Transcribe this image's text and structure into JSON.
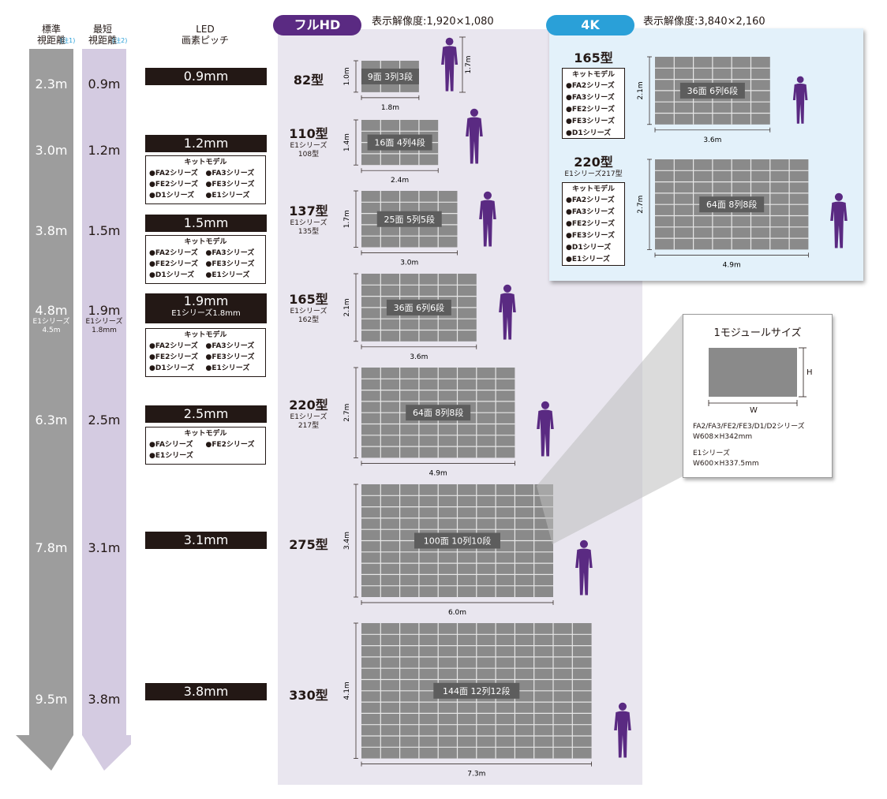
{
  "headers": {
    "standard_distance": "標準\n視距離",
    "standard_note": "(注1)",
    "shortest_distance": "最短\n視距離",
    "shortest_note": "(注2)",
    "led_pitch": "LED\n画素ピッチ"
  },
  "fhd": {
    "label": "フルHD",
    "resolution": "表示解像度:1,920×1,080",
    "color": "#5a2a82"
  },
  "fourk": {
    "label": "4K",
    "resolution": "表示解像度:3,840×2,160",
    "color": "#2aa0d8"
  },
  "rows": [
    {
      "standard": "2.3m",
      "shortest": "0.9m",
      "pitch": "0.9mm",
      "model": "82型",
      "model_sub": "",
      "panels": "9面 3列3段",
      "width": "1.8m",
      "height": "1.0m",
      "person_height": "1.7m",
      "cols": 3,
      "rows_n": 3
    },
    {
      "standard": "3.0m",
      "shortest": "1.2m",
      "pitch": "1.2mm",
      "model": "110型",
      "model_sub": "E1シリーズ\n108型",
      "panels": "16面 4列4段",
      "width": "2.4m",
      "height": "1.4m",
      "cols": 4,
      "rows_n": 4,
      "kit_title": "キットモデル",
      "kit": [
        "●FA2シリーズ",
        "●FA3シリーズ",
        "●FE2シリーズ",
        "●FE3シリーズ",
        "●D1シリーズ",
        "●E1シリーズ"
      ]
    },
    {
      "standard": "3.8m",
      "shortest": "1.5m",
      "pitch": "1.5mm",
      "model": "137型",
      "model_sub": "E1シリーズ\n135型",
      "panels": "25面 5列5段",
      "width": "3.0m",
      "height": "1.7m",
      "cols": 5,
      "rows_n": 5,
      "kit_title": "キットモデル",
      "kit": [
        "●FA2シリーズ",
        "●FA3シリーズ",
        "●FE2シリーズ",
        "●FE3シリーズ",
        "●D1シリーズ",
        "●E1シリーズ"
      ]
    },
    {
      "standard": "4.8m",
      "standard_sub": "E1シリーズ\n4.5m",
      "shortest": "1.9m",
      "shortest_sub": "E1シリーズ\n1.8mm",
      "pitch": "1.9mm",
      "pitch_sub": "E1シリーズ1.8mm",
      "model": "165型",
      "model_sub": "E1シリーズ\n162型",
      "panels": "36面 6列6段",
      "width": "3.6m",
      "height": "2.1m",
      "cols": 6,
      "rows_n": 6,
      "kit_title": "キットモデル",
      "kit": [
        "●FA2シリーズ",
        "●FA3シリーズ",
        "●FE2シリーズ",
        "●FE3シリーズ",
        "●D1シリーズ",
        "●E1シリーズ"
      ]
    },
    {
      "standard": "6.3m",
      "shortest": "2.5m",
      "pitch": "2.5mm",
      "model": "220型",
      "model_sub": "E1シリーズ\n217型",
      "panels": "64面 8列8段",
      "width": "4.9m",
      "height": "2.7m",
      "cols": 8,
      "rows_n": 8,
      "kit_title": "キットモデル",
      "kit": [
        "●FAシリーズ",
        "●FE2シリーズ",
        "●E1シリーズ"
      ]
    },
    {
      "standard": "7.8m",
      "shortest": "3.1m",
      "pitch": "3.1mm",
      "model": "275型",
      "model_sub": "",
      "panels": "100面 10列10段",
      "width": "6.0m",
      "height": "3.4m",
      "cols": 10,
      "rows_n": 10
    },
    {
      "standard": "9.5m",
      "shortest": "3.8m",
      "pitch": "3.8mm",
      "model": "330型",
      "model_sub": "",
      "panels": "144面 12列12段",
      "width": "7.3m",
      "height": "4.1m",
      "cols": 12,
      "rows_n": 12
    }
  ],
  "fourk_models": [
    {
      "model": "165型",
      "model_sub": "",
      "panels": "36面 6列6段",
      "width": "3.6m",
      "height": "2.1m",
      "cols": 6,
      "rows_n": 6,
      "kit_title": "キットモデル",
      "kit": [
        "●FA2シリーズ",
        "●FA3シリーズ",
        "●FE2シリーズ",
        "●FE3シリーズ",
        "●D1シリーズ"
      ]
    },
    {
      "model": "220型",
      "model_sub": "E1シリーズ217型",
      "panels": "64面 8列8段",
      "width": "4.9m",
      "height": "2.7m",
      "cols": 8,
      "rows_n": 8,
      "kit_title": "キットモデル",
      "kit": [
        "●FA2シリーズ",
        "●FA3シリーズ",
        "●FE2シリーズ",
        "●FE3シリーズ",
        "●D1シリーズ",
        "●E1シリーズ"
      ]
    }
  ],
  "module": {
    "title": "1モジュールサイズ",
    "w_label": "W",
    "h_label": "H",
    "spec1_series": "FA2/FA3/FE2/FE3/D1/D2シリーズ",
    "spec1_size": "W608×H342mm",
    "spec2_series": "E1シリーズ",
    "spec2_size": "W600×H337.5mm"
  },
  "colors": {
    "standard_arrow": "#9d9d9d",
    "shortest_arrow": "#d4cbe1",
    "fhd_background": "#e9e6ef",
    "fourk_background": "#e3f1fa",
    "panel_fill": "#8a8a8a",
    "person": "#5a2a82"
  }
}
